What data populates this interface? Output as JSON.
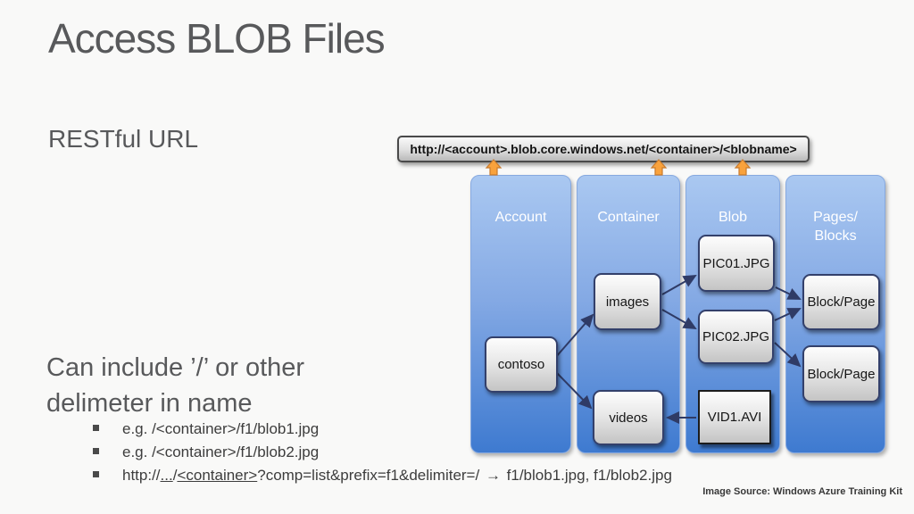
{
  "slide": {
    "title": "Access BLOB Files",
    "section_heading": "RESTful URL",
    "statement_line1": "Can include ’/’ or other",
    "statement_line2": "delimeter in name",
    "footer_credit": "Image Source: Windows Azure Training Kit"
  },
  "url_bar": {
    "segment_before_bold": "http://<account>.",
    "segment_bold": "blob",
    "segment_after_bold": ".core.windows.net/<container>/<blobname>"
  },
  "bullets": {
    "item1": "e.g. /<container>/f1/blob1.jpg",
    "item2": "e.g. /<container>/f1/blob2.jpg",
    "item3_prefix": "http://",
    "item3_ellipsis": "...",
    "item3_slash": "/",
    "item3_container": "<container>",
    "item3_query": "?comp=list&prefix=f1&delimiter=/ ",
    "item3_arrow": "→",
    "item3_result": " f1/blob1.jpg, f1/blob2.jpg"
  },
  "diagram": {
    "columns": [
      {
        "label": "Account"
      },
      {
        "label": "Container"
      },
      {
        "label": "Blob"
      },
      {
        "label": "Pages/\nBlocks"
      }
    ],
    "nodes": {
      "account_item": "contoso",
      "container_item1": "images",
      "container_item2": "videos",
      "blob_item1": "PIC01.JPG",
      "blob_item2": "PIC02.JPG",
      "blob_item3": "VID1.AVI",
      "pages_item1": "Block/Page",
      "pages_item2": "Block/Page"
    },
    "colors": {
      "column_top": "#aac8f1",
      "column_bottom": "#3e7ad0",
      "node_border": "#33406b",
      "connector": "#2f3b66",
      "arrow_orange_fill": "#f9a23c",
      "arrow_orange_border": "#c87b2e"
    }
  }
}
